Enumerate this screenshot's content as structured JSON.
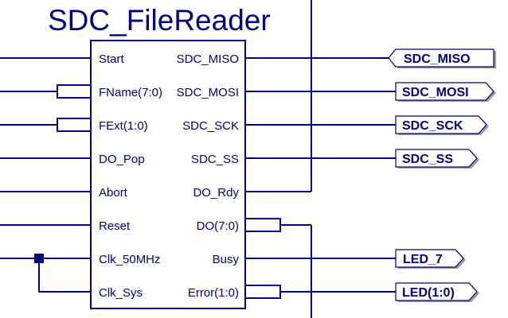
{
  "diagram": {
    "title": "SDC_FileReader",
    "accent_color": "#000080",
    "background_color": "#ffffff",
    "shadow_color": "#9a9aa8"
  },
  "block": {
    "name": "SDC_FileReader",
    "inputs": [
      {
        "label": "Start",
        "bus": false,
        "row": 0
      },
      {
        "label": "FName(7:0)",
        "bus": true,
        "row": 1
      },
      {
        "label": "FExt(1:0)",
        "bus": true,
        "row": 2
      },
      {
        "label": "DO_Pop",
        "bus": false,
        "row": 3
      },
      {
        "label": "Abort",
        "bus": false,
        "row": 4
      },
      {
        "label": "Reset",
        "bus": false,
        "row": 5
      },
      {
        "label": "Clk_50MHz",
        "bus": false,
        "row": 6
      },
      {
        "label": "Clk_Sys",
        "bus": false,
        "row": 7
      }
    ],
    "outputs": [
      {
        "label": "SDC_MISO",
        "bus": false,
        "row": 0
      },
      {
        "label": "SDC_MOSI",
        "bus": false,
        "row": 1
      },
      {
        "label": "SDC_SCK",
        "bus": false,
        "row": 2
      },
      {
        "label": "SDC_SS",
        "bus": false,
        "row": 3
      },
      {
        "label": "DO_Rdy",
        "bus": false,
        "row": 4
      },
      {
        "label": "DO(7:0)",
        "bus": true,
        "row": 5
      },
      {
        "label": "Busy",
        "bus": false,
        "row": 6
      },
      {
        "label": "Error(1:0)",
        "bus": true,
        "row": 7
      }
    ]
  },
  "port_tags": [
    {
      "label": "SDC_MISO",
      "direction": "input",
      "row": 0
    },
    {
      "label": "SDC_MOSI",
      "direction": "output",
      "row": 1
    },
    {
      "label": "SDC_SCK",
      "direction": "output",
      "row": 2
    },
    {
      "label": "SDC_SS",
      "direction": "output",
      "row": 3
    },
    {
      "label": "LED_7",
      "direction": "output",
      "row": 6
    },
    {
      "label": "LED(1:0)",
      "direction": "output",
      "row": 7
    }
  ],
  "net_junctions": [
    {
      "name": "clk-junction",
      "signal": "Clk_50MHz"
    }
  ]
}
